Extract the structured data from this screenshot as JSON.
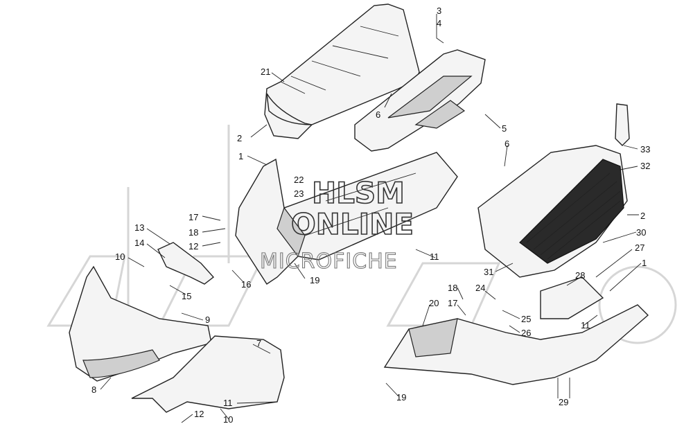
{
  "watermark": {
    "line1": "HLSM",
    "line2": "ONLINE",
    "line3": "MICROFICHE"
  },
  "callouts": [
    {
      "id": "c3",
      "text": "3"
    },
    {
      "id": "c4",
      "text": "4"
    },
    {
      "id": "c21",
      "text": "21"
    },
    {
      "id": "c6a",
      "text": "6"
    },
    {
      "id": "c2a",
      "text": "2"
    },
    {
      "id": "c5",
      "text": "5"
    },
    {
      "id": "c6b",
      "text": "6"
    },
    {
      "id": "c33",
      "text": "33"
    },
    {
      "id": "c32",
      "text": "32"
    },
    {
      "id": "c1a",
      "text": "1"
    },
    {
      "id": "c22",
      "text": "22"
    },
    {
      "id": "c23",
      "text": "23"
    },
    {
      "id": "c2b",
      "text": "2"
    },
    {
      "id": "c30",
      "text": "30"
    },
    {
      "id": "c27",
      "text": "27"
    },
    {
      "id": "c1b",
      "text": "1"
    },
    {
      "id": "c17a",
      "text": "17"
    },
    {
      "id": "c18a",
      "text": "18"
    },
    {
      "id": "c12a",
      "text": "12"
    },
    {
      "id": "c13",
      "text": "13"
    },
    {
      "id": "c14",
      "text": "14"
    },
    {
      "id": "c10a",
      "text": "10"
    },
    {
      "id": "c16",
      "text": "16"
    },
    {
      "id": "c19a",
      "text": "19"
    },
    {
      "id": "c11a",
      "text": "11"
    },
    {
      "id": "c31",
      "text": "31"
    },
    {
      "id": "c15",
      "text": "15"
    },
    {
      "id": "c18b",
      "text": "18"
    },
    {
      "id": "c17b",
      "text": "17"
    },
    {
      "id": "c24",
      "text": "24"
    },
    {
      "id": "c28",
      "text": "28"
    },
    {
      "id": "c20",
      "text": "20"
    },
    {
      "id": "c25",
      "text": "25"
    },
    {
      "id": "c26",
      "text": "26"
    },
    {
      "id": "c11b",
      "text": "11"
    },
    {
      "id": "c9",
      "text": "9"
    },
    {
      "id": "c7",
      "text": "7"
    },
    {
      "id": "c8",
      "text": "8"
    },
    {
      "id": "c11c",
      "text": "11"
    },
    {
      "id": "c12b",
      "text": "12"
    },
    {
      "id": "c10b",
      "text": "10"
    },
    {
      "id": "c19b",
      "text": "19"
    },
    {
      "id": "c29",
      "text": "29"
    }
  ]
}
